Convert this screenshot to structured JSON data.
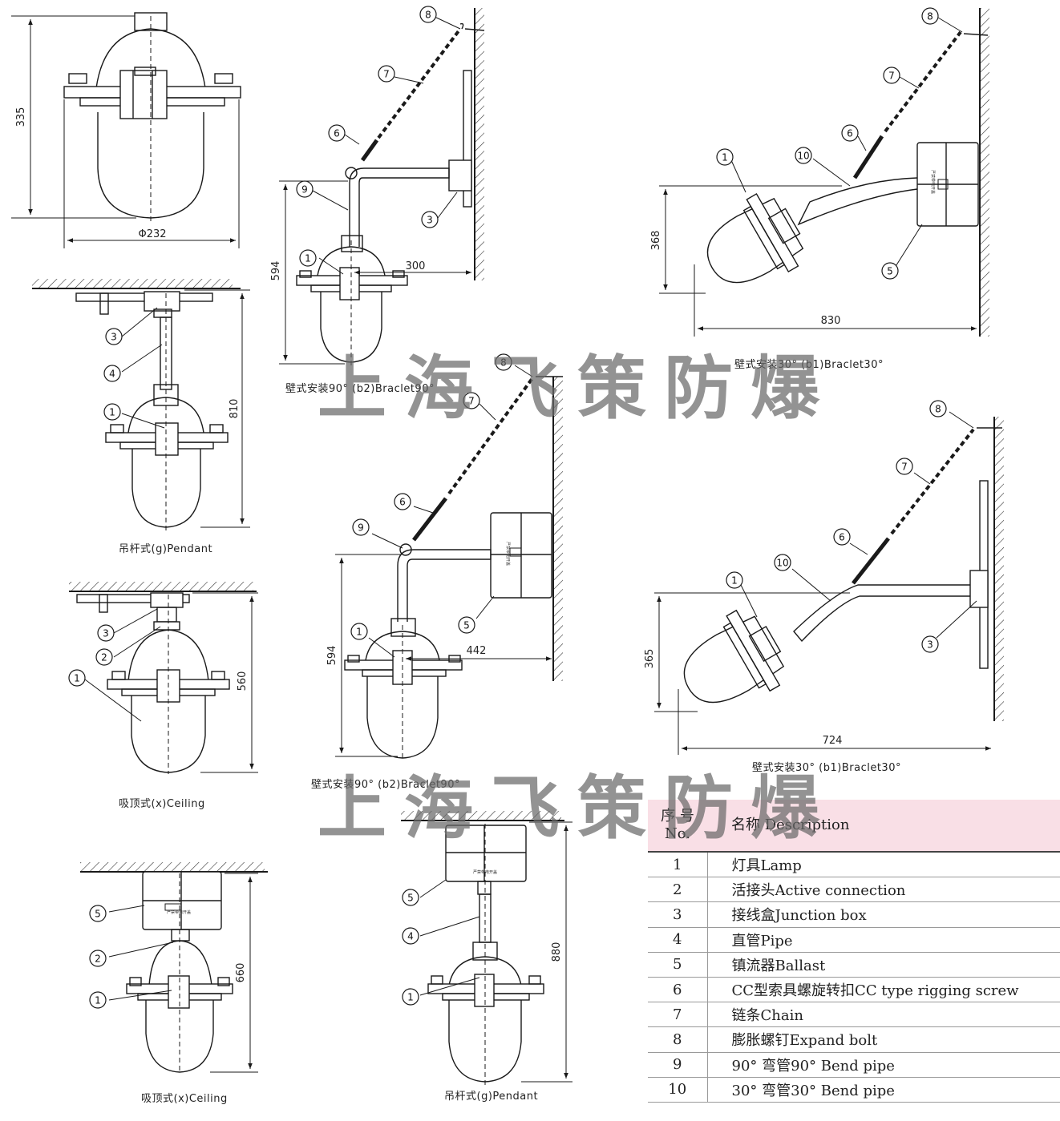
{
  "drawings": {
    "top_lamp": {
      "dim_height": "335",
      "dim_diameter": "Φ232"
    },
    "pendant_1": {
      "dim_height": "810",
      "caption": "吊杆式(g)Pendant",
      "callouts": [
        "3",
        "4",
        "1"
      ]
    },
    "ceiling_1": {
      "dim_height": "560",
      "caption": "吸顶式(x)Ceiling",
      "callouts": [
        "3",
        "2",
        "1"
      ]
    },
    "ceiling_2": {
      "dim_height": "660",
      "caption": "吸顶式(x)Ceiling",
      "callouts": [
        "5",
        "2",
        "1"
      ]
    },
    "bracket90_1": {
      "dim_height": "594",
      "dim_width": "300",
      "caption": "壁式安装90°  (b2)Braclet90°",
      "callouts": [
        "8",
        "7",
        "6",
        "9",
        "3",
        "1"
      ]
    },
    "bracket90_2": {
      "dim_height": "594",
      "dim_width": "442",
      "caption": "壁式安装90°  (b2)Braclet90°",
      "callouts": [
        "8",
        "7",
        "6",
        "9",
        "5",
        "1"
      ]
    },
    "bracket30_1": {
      "dim_height": "368",
      "dim_width": "830",
      "caption": "壁式安装30°  (b1)Braclet30°",
      "callouts": [
        "8",
        "7",
        "6",
        "10",
        "1",
        "5"
      ]
    },
    "bracket30_2": {
      "dim_height": "365",
      "dim_width": "724",
      "caption": "壁式安装30°  (b1)Braclet30°",
      "callouts": [
        "8",
        "7",
        "6",
        "10",
        "1",
        "3"
      ]
    },
    "pendant_2": {
      "dim_height": "880",
      "caption": "吊杆式(g)Pendant",
      "callouts": [
        "5",
        "4",
        "1"
      ]
    }
  },
  "box_label": "严禁带电开盖",
  "watermark": {
    "text": "上海飞策防爆"
  },
  "parts_table": {
    "header_no": "序 号\nNo.",
    "header_no_cn": "序 号",
    "header_no_en": "No.",
    "header_desc": "名称 Description",
    "rows": [
      {
        "no": "1",
        "desc": "灯具Lamp"
      },
      {
        "no": "2",
        "desc": "活接头Active connection"
      },
      {
        "no": "3",
        "desc": "接线盒Junction box"
      },
      {
        "no": "4",
        "desc": "直管Pipe"
      },
      {
        "no": "5",
        "desc": "镇流器Ballast"
      },
      {
        "no": "6",
        "desc": "CC型索具螺旋转扣CC type rigging screw"
      },
      {
        "no": "7",
        "desc": "链条Chain"
      },
      {
        "no": "8",
        "desc": "膨胀螺钉Expand bolt"
      },
      {
        "no": "9",
        "desc": "90°  弯管90°  Bend pipe"
      },
      {
        "no": "10",
        "desc": "30°  弯管30°  Bend pipe"
      }
    ]
  },
  "colors": {
    "line": "#1a1a1a",
    "header_bg": "#f9dfe6",
    "watermark": "#696969"
  }
}
